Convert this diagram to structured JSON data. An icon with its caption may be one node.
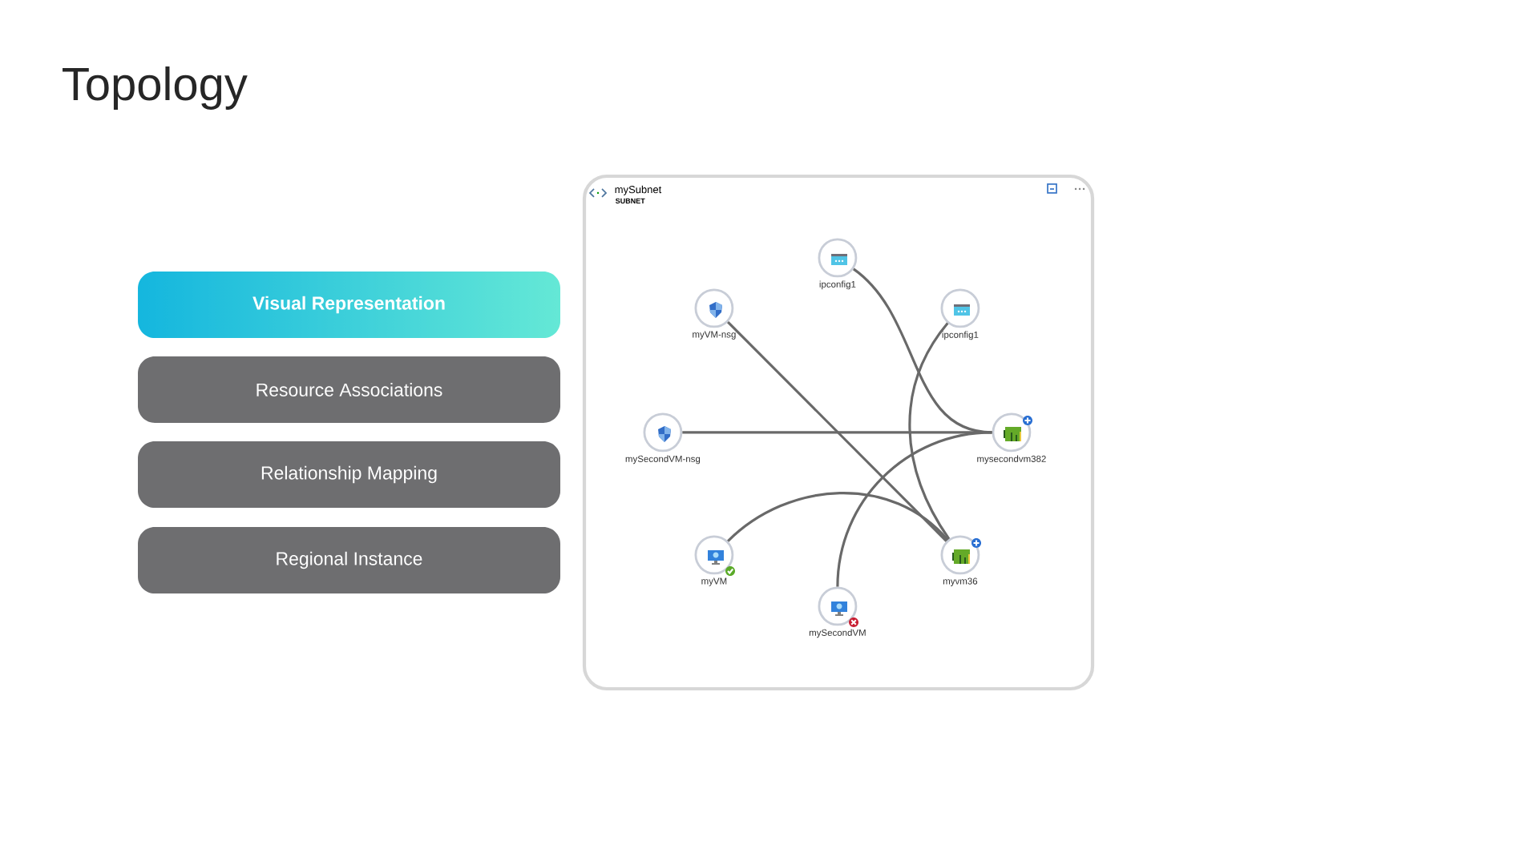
{
  "diagram": {
    "title": "Topology",
    "nodes": [
      {
        "text": [
          "Visual Representation"
        ]
      },
      {
        "text": [
          "Resource Associations"
        ]
      },
      {
        "text": [
          "Relationship Mapping"
        ]
      },
      {
        "text": [
          "Regional Instance"
        ]
      },
      {
        "text": [
          "mySubnet",
          "SUBNET"
        ]
      },
      {
        "text": [
          "ipconfig1"
        ],
        "in": 4
      },
      {
        "text": [
          "myVM-nsg"
        ],
        "in": 4
      },
      {
        "text": [
          "ipconfig1"
        ],
        "in": 4
      },
      {
        "text": [
          "mySecondVM-nsg"
        ],
        "in": 4
      },
      {
        "text": [
          "mysecondvm382"
        ],
        "in": 4
      },
      {
        "text": [
          "myVM"
        ],
        "in": 4
      },
      {
        "text": [
          "myvm36"
        ],
        "in": 4
      },
      {
        "text": [
          "mySecondVM"
        ],
        "in": 4
      }
    ],
    "edges": [
      {
        "from": 5,
        "to": 9,
        "arrow": "none"
      },
      {
        "from": 7,
        "to": 11,
        "arrow": "none"
      },
      {
        "from": 6,
        "to": 11,
        "arrow": "none"
      },
      {
        "from": 8,
        "to": 9,
        "arrow": "none"
      },
      {
        "from": 10,
        "to": 11,
        "arrow": "none"
      },
      {
        "from": 12,
        "to": 9,
        "arrow": "none"
      }
    ]
  }
}
